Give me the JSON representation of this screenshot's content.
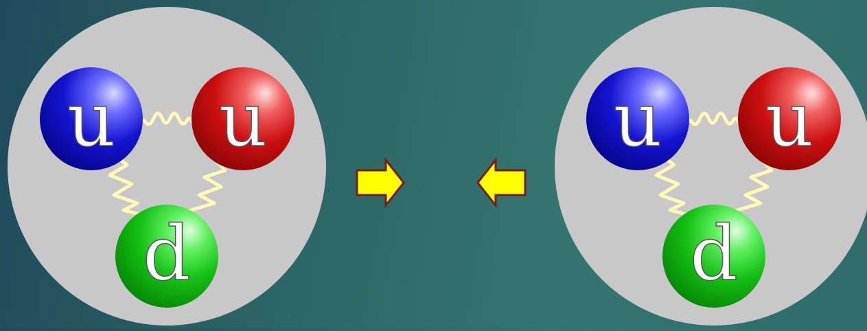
{
  "colors": {
    "background_dark": "#1f4a5a",
    "background_light": "#357570",
    "hadron_fill": "#c8c8c8",
    "quark_blue": "#1010c8",
    "quark_red": "#c80e0e",
    "quark_green": "#10c010",
    "gluon": "#fff8b8",
    "arrow_fill": "#ffff00",
    "arrow_stroke": "#7a1a10"
  },
  "hadrons": [
    {
      "quarks": [
        {
          "label": "u",
          "color": "blue"
        },
        {
          "label": "u",
          "color": "red"
        },
        {
          "label": "d",
          "color": "green"
        }
      ]
    },
    {
      "quarks": [
        {
          "label": "u",
          "color": "blue"
        },
        {
          "label": "u",
          "color": "red"
        },
        {
          "label": "d",
          "color": "green"
        }
      ]
    }
  ],
  "arrows": [
    {
      "direction": "right",
      "icon": "arrow-right-icon"
    },
    {
      "direction": "left",
      "icon": "arrow-left-icon"
    }
  ]
}
